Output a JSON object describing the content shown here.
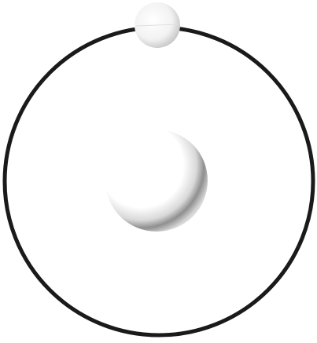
{
  "diagram": {
    "kind": "orbit",
    "elements": [
      {
        "role": "orbit-ring",
        "shape": "circle"
      },
      {
        "role": "central-sphere",
        "shape": "shaded-sphere"
      },
      {
        "role": "orbiting-sphere",
        "shape": "shaded-sphere"
      }
    ]
  },
  "colors": {
    "background": "#ffffff",
    "ring_stroke": "#1a1a1a",
    "sphere_highlight": "#ffffff",
    "sphere_mid": "#e6e6e6",
    "sphere_shadow": "#8f8f8f"
  }
}
